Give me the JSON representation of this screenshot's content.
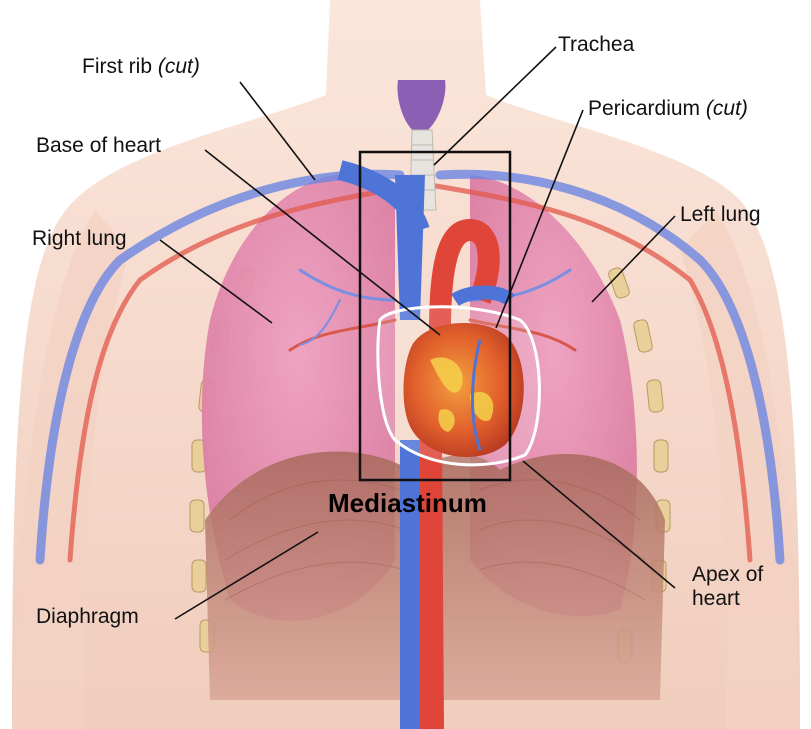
{
  "title": "Mediastinum",
  "labels": {
    "first_rib": {
      "text": "First rib",
      "note": "(cut)"
    },
    "trachea": {
      "text": "Trachea"
    },
    "pericardium": {
      "text": "Pericardium",
      "note": "(cut)"
    },
    "base_of_heart": {
      "text": "Base of heart"
    },
    "left_lung": {
      "text": "Left lung"
    },
    "right_lung": {
      "text": "Right lung"
    },
    "apex_of_heart": {
      "line1": "Apex of",
      "line2": "heart"
    },
    "diaphragm": {
      "text": "Diaphragm"
    }
  },
  "colors": {
    "skin": "#f6d9cc",
    "lung": "#e48fb2",
    "vein": "#4f74d8",
    "artery": "#e0453a",
    "heart": "#e5652e",
    "diaphragm": "#b97a6c",
    "leader_line": "#111111"
  }
}
